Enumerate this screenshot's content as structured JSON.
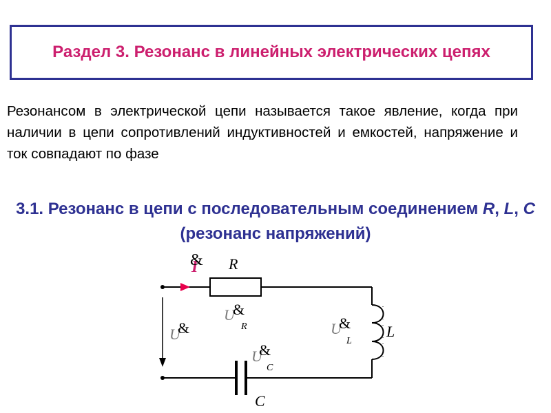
{
  "title": "Раздел 3. Резонанс в линейных электрических цепях",
  "definition": "Резонансом в электрической цепи называется такое явление, когда при наличии в цепи сопротивлений индуктивностей и емкостей, напряжение и ток совпадают по фазе",
  "section": {
    "number": "3.1.",
    "text_before": "Резонанс в цепи с последовательным соединением",
    "R": "R",
    "L": "L",
    "C": "C",
    "text_after": "(резонанс напряжений)"
  },
  "circuit": {
    "dot_mark": "&",
    "current": "I",
    "resistor": "R",
    "inductor": "L",
    "capacitor": "C",
    "voltage_source": "U",
    "voltage_R": "U",
    "voltage_R_sub": "R",
    "voltage_L": "U",
    "voltage_L_sub": "L",
    "voltage_C": "U",
    "voltage_C_sub": "C"
  },
  "colors": {
    "title_text": "#cc1f6e",
    "title_border": "#2e3192",
    "heading": "#2e3192",
    "current_arrow": "#e8004c"
  }
}
